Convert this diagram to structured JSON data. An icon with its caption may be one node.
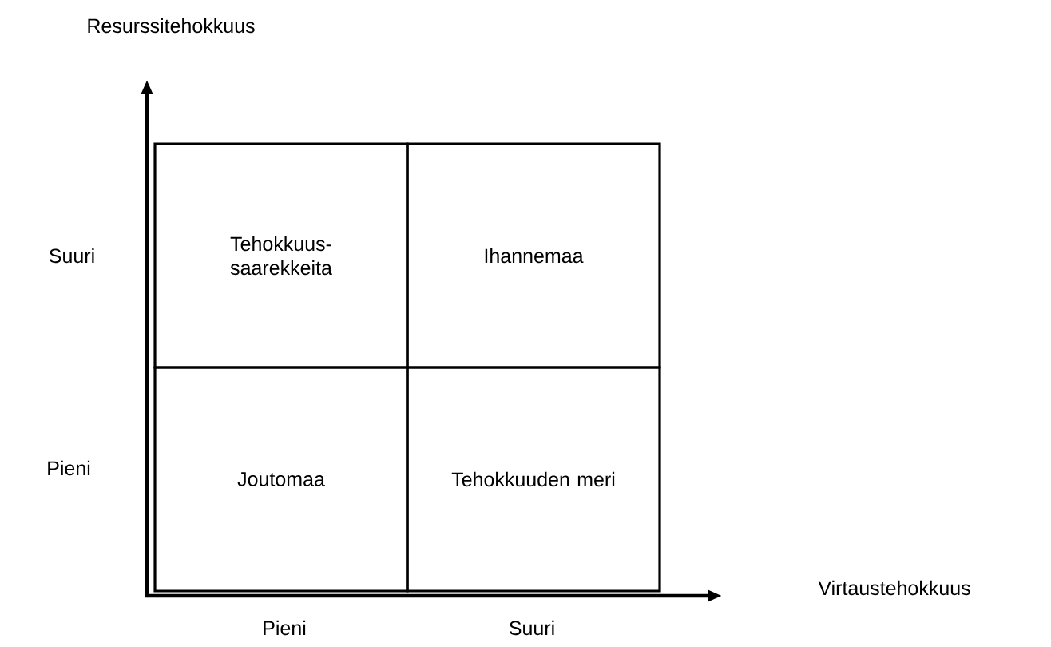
{
  "diagram": {
    "nodes": [
      {
        "text": [
          "Tehokkuus- saarekkeita"
        ]
      },
      {
        "text": [
          "Ihannemaa"
        ]
      },
      {
        "text": [
          "Joutomaa"
        ]
      },
      {
        "text": [
          "Tehokkuuden meri"
        ]
      }
    ],
    "labels": [
      "Resurssitehokkuus",
      "Suuri",
      "Pieni",
      "Virtaustehokkuus",
      "Pieni",
      "Suuri"
    ]
  }
}
